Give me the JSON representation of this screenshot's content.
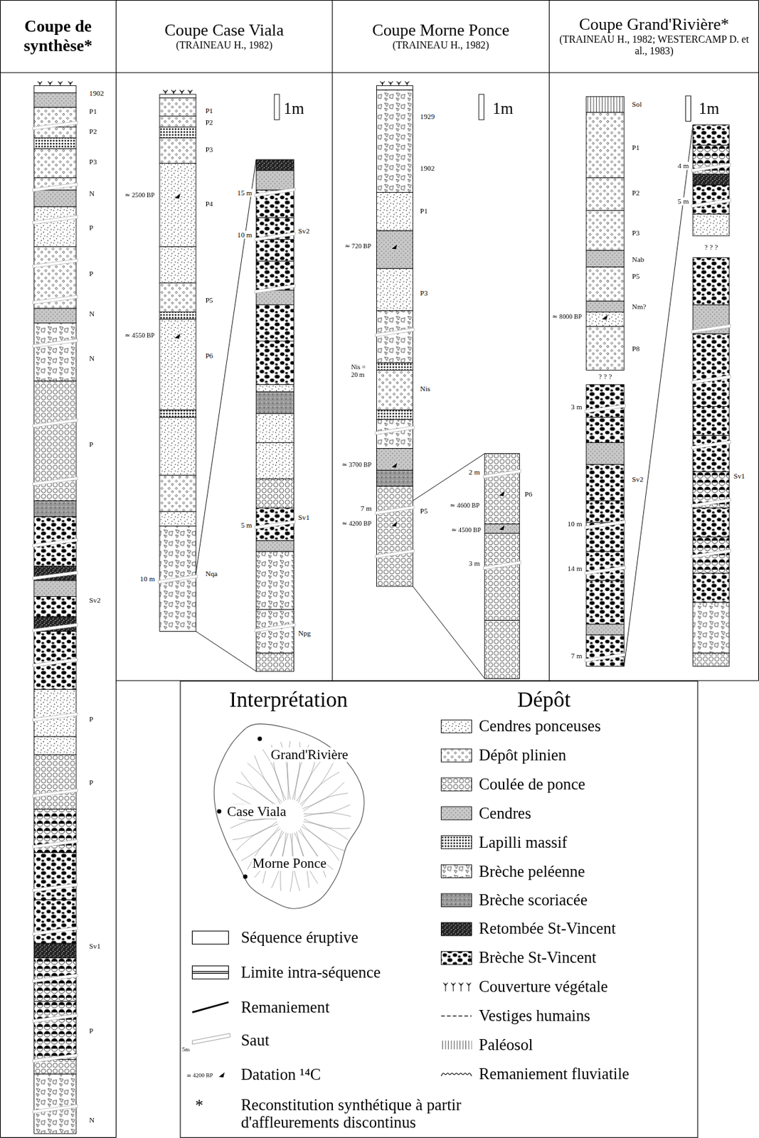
{
  "diagram": {
    "nodes": [
      {
        "text": [
          "Coupe de synthèse*"
        ]
      },
      {
        "text": [
          "Coupe Case Viala",
          "(TRAINEAU H., 1982)"
        ]
      },
      {
        "text": [
          "Coupe Morne Ponce",
          "(TRAINEAU H., 1982)"
        ]
      },
      {
        "text": [
          "Coupe Grand'Rivière*",
          "(TRAINEAU H., 1982; WESTERCAMP D. et al., 1983)"
        ]
      },
      {
        "text": [
          "Interprétation",
          "Dépôt"
        ]
      }
    ],
    "labels": [
      "1902",
      "P1",
      "P2",
      "P3",
      "N",
      "P",
      "P",
      "N",
      "N",
      "P",
      "Sv2",
      "P",
      "P",
      "Sv1",
      "P",
      "N",
      "P1",
      "P2",
      "P3",
      "≃ 2500 BP",
      "P4",
      "P5",
      "≃ 4550 BP",
      "P6",
      "10 m",
      "Nqa",
      "1m",
      "15 m",
      "Sv2",
      "10 m",
      "5 m",
      "Sv1",
      "Npg",
      "1929",
      "1902",
      "P1",
      "≃ 720 BP",
      "P3",
      "Nis = 20 m",
      "Nis",
      "≃ 3700 BP",
      "7 m",
      "P5",
      "≃ 4200 BP",
      "1m",
      "2 m",
      "≃ 4600 BP",
      "≃ 4500 BP",
      "P6",
      "3 m",
      "Sol",
      "P1",
      "P2",
      "P3",
      "Nab",
      "P5",
      "Nm?",
      "≃ 8000 BP",
      "P8",
      "? ? ?",
      "3 m",
      "Sv2",
      "10 m",
      "14 m",
      "7 m",
      "1m",
      "4 m",
      "5 m",
      "? ? ?",
      "Sv1",
      "Grand'Rivière",
      "Case Viala",
      "Morne Ponce",
      "5m",
      "≃ 4200 BP",
      "*"
    ],
    "legend": [
      {
        "text": "Séquence éruptive"
      },
      {
        "text": "Limite intra-séquence"
      },
      {
        "text": "Remaniement"
      },
      {
        "text": "Saut"
      },
      {
        "text": "Datation ¹⁴C"
      },
      {
        "text": "Reconstitution synthétique à partir d'affleurements discontinus"
      },
      {
        "text": "Cendres ponceuses"
      },
      {
        "text": "Dépôt plinien"
      },
      {
        "text": "Coulée de ponce"
      },
      {
        "text": "Cendres"
      },
      {
        "text": "Lapilli massif"
      },
      {
        "text": "Brèche peléenne"
      },
      {
        "text": "Brèche scoriacée"
      },
      {
        "text": "Retombée St-Vincent"
      },
      {
        "text": "Brèche St-Vincent"
      },
      {
        "text": "Couverture végétale"
      },
      {
        "text": "Vestiges humains"
      },
      {
        "text": "Paléosol"
      },
      {
        "text": "Remaniement fluviatile"
      }
    ]
  }
}
